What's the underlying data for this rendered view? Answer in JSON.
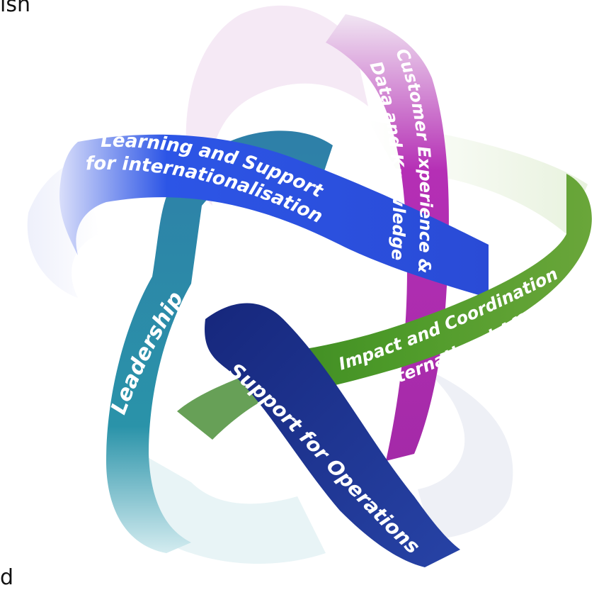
{
  "edge_fragments": {
    "top_left": "ish",
    "bottom_left": "d"
  },
  "ribbons": [
    {
      "name": "learning",
      "label_lines": [
        "Learning and Support",
        "for internationalisation"
      ],
      "color": "#1f4fe0"
    },
    {
      "name": "customer",
      "label_lines": [
        "Customer Experience &",
        "Data and Knowledge"
      ],
      "color": "#b02bb2"
    },
    {
      "name": "impact",
      "label_lines": [
        "Impact and Coordination",
        "of International Affairs"
      ],
      "color": "#4f9a2a"
    },
    {
      "name": "operations",
      "label_lines": [
        "Support for Operations"
      ],
      "color": "#1d2f8f"
    },
    {
      "name": "leadership",
      "label_lines": [
        "Leadership"
      ],
      "color": "#2a86a8"
    }
  ]
}
